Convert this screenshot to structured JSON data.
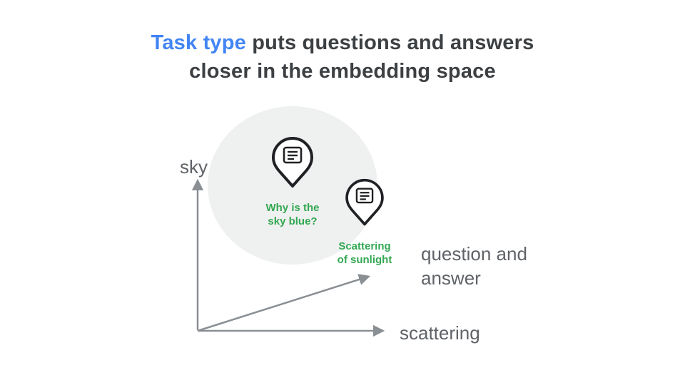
{
  "title": {
    "highlight": "Task type",
    "line1_rest": " puts questions and answers",
    "line2": "closer in the embedding space"
  },
  "axes": {
    "y_label": "sky",
    "x_label": "scattering",
    "diag_label_line1": "question and",
    "diag_label_line2": "answer"
  },
  "points": [
    {
      "id": "question-pin",
      "icon": "map-pin-article-icon",
      "label_line1": "Why is the",
      "label_line2": "sky blue?"
    },
    {
      "id": "answer-pin",
      "icon": "map-pin-article-icon",
      "label_line1": "Scattering",
      "label_line2": "of sunlight"
    }
  ],
  "colors": {
    "title_highlight": "#4285F4",
    "title_text": "#3C4043",
    "axis_gray": "#8A8F94",
    "label_gray": "#5F6368",
    "point_label_green": "#34A853",
    "cluster_fill": "#EFF0F0",
    "pin_outline": "#202124"
  }
}
